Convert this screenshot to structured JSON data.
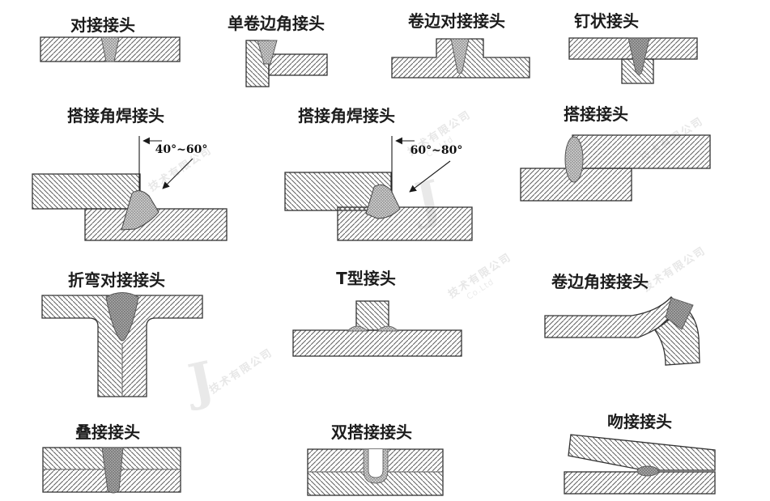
{
  "page": {
    "background": "#ffffff",
    "description_language": "zh"
  },
  "colors": {
    "outline": "#333333",
    "hatch_line": "#5f5f5f",
    "weld_texture": "#d9d9d9",
    "weld_texture_dark": "#b0b0b0",
    "label_text": "#1c1c1c",
    "watermark": "#c8c8c8"
  },
  "diagrams": [
    {
      "id": "butt-joint",
      "title": "对接接头"
    },
    {
      "id": "single-flanged-corner-joint",
      "title": "单卷边角接头"
    },
    {
      "id": "flanged-butt-joint",
      "title": "卷边对接接头"
    },
    {
      "id": "nail-joint",
      "title": "钉状接头"
    },
    {
      "id": "lap-fillet-weld-joint-1",
      "title": "搭接角焊接头",
      "angle_label": "40°~60°"
    },
    {
      "id": "lap-fillet-weld-joint-2",
      "title": "搭接角焊接头",
      "angle_label": "60°~80°"
    },
    {
      "id": "lap-joint",
      "title": "搭接接头"
    },
    {
      "id": "bent-butt-joint",
      "title": "折弯对接接头"
    },
    {
      "id": "t-joint",
      "title": "T型接头"
    },
    {
      "id": "flanged-corner-joint",
      "title": "卷边角接接头"
    },
    {
      "id": "stacked-joint",
      "title": "叠接接头"
    },
    {
      "id": "double-lap-joint",
      "title": "双搭接接头"
    },
    {
      "id": "kiss-joint",
      "title": "吻接接头"
    }
  ],
  "watermark": {
    "monogram": "J",
    "company_fragment": "技术有限公司",
    "latin_fragment": "Co.Ltd"
  }
}
